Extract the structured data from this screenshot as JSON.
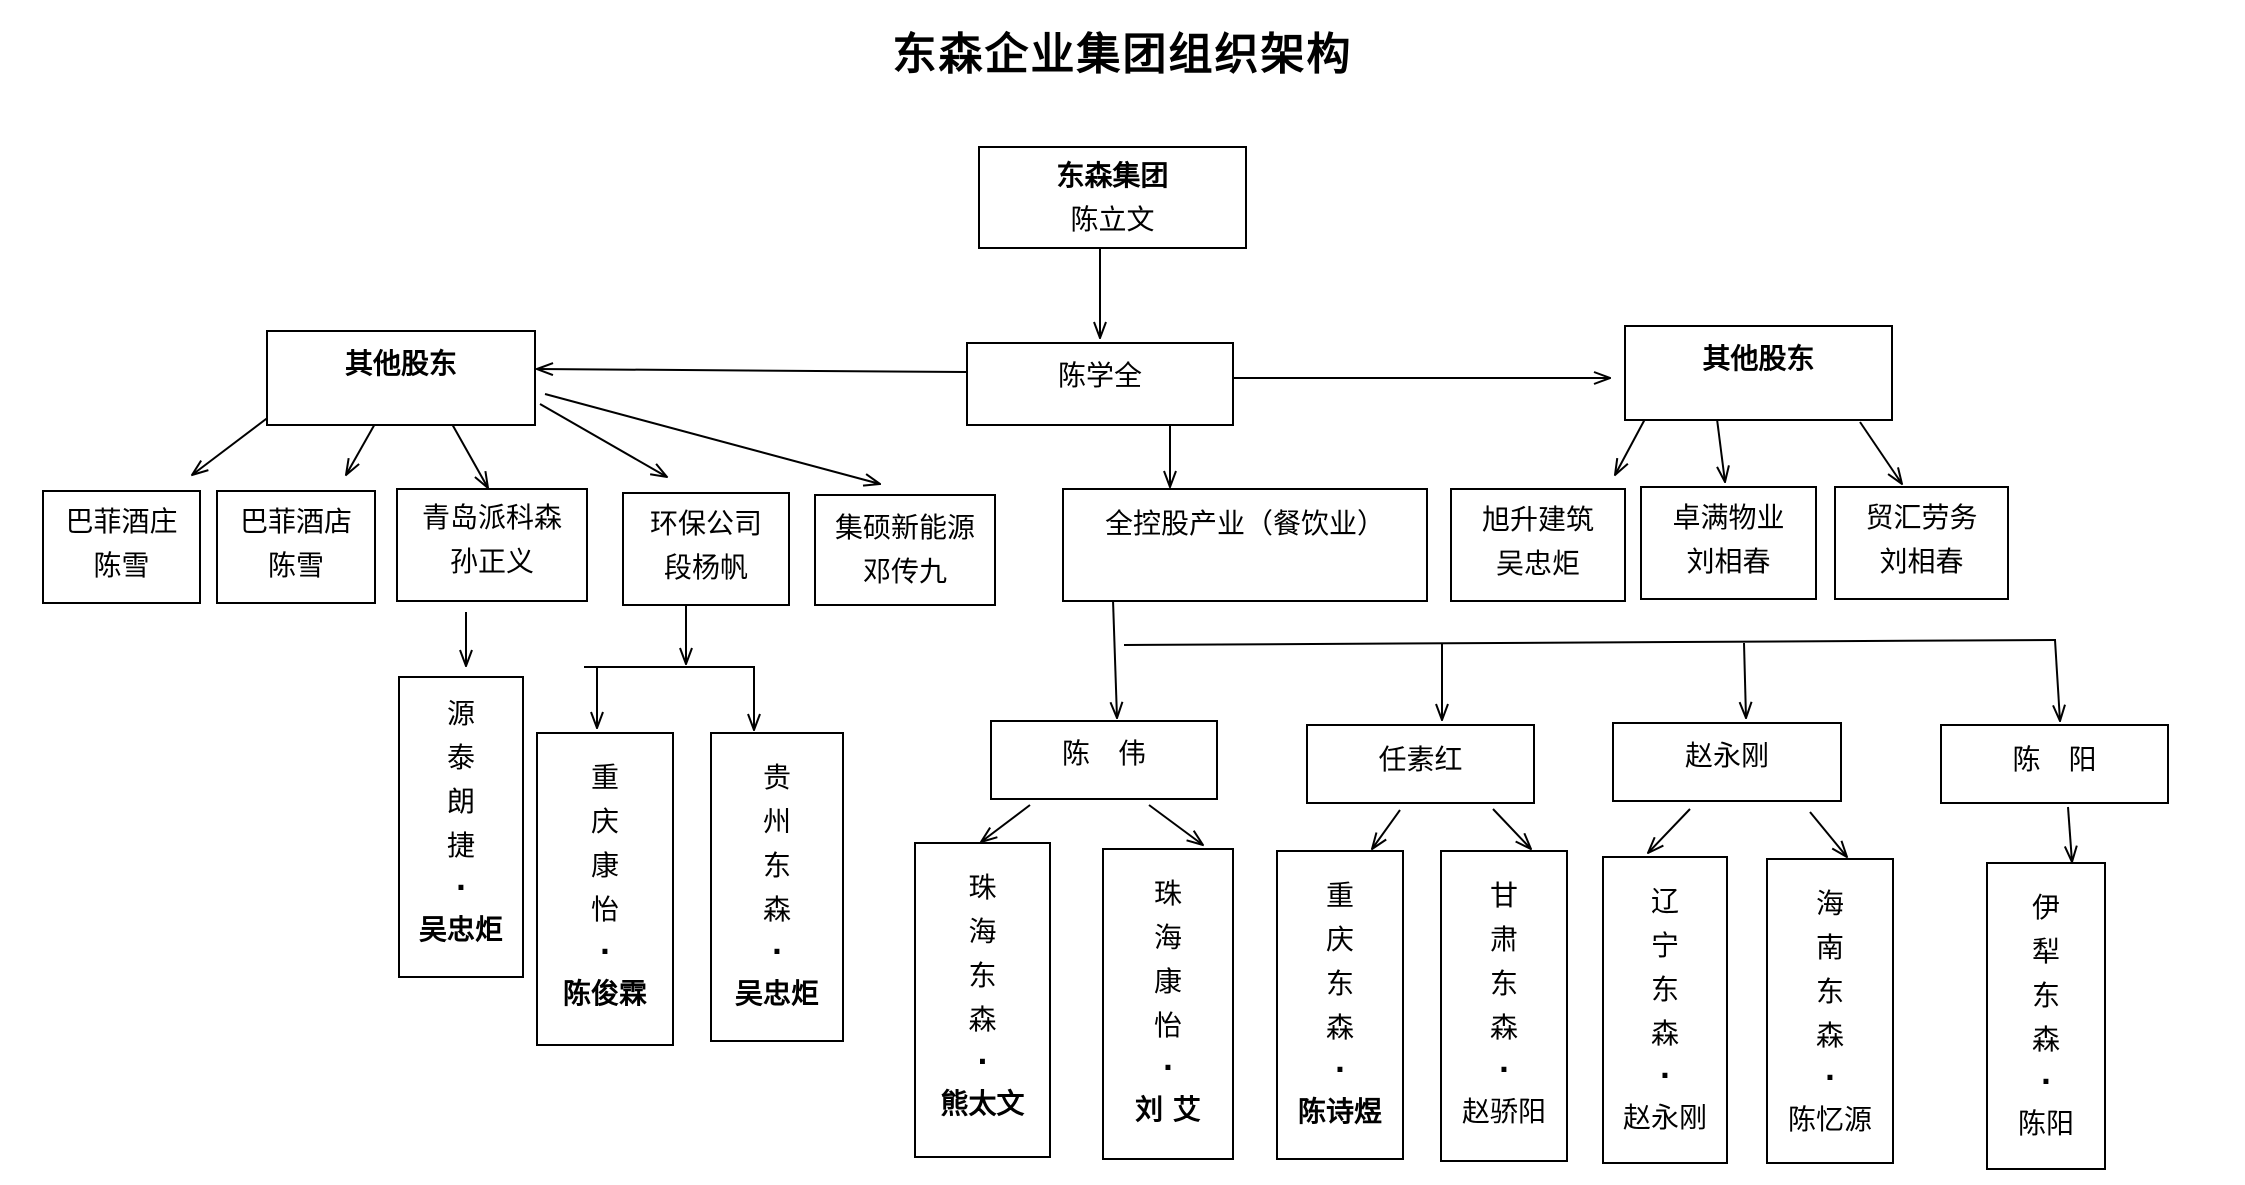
{
  "title": "东森企业集团组织架构",
  "top": {
    "line1": "东森集团",
    "line2": "陈立文"
  },
  "chen_xuequan": {
    "line1": "陈学全"
  },
  "shareholders_left": {
    "line1": "其他股东"
  },
  "shareholders_right": {
    "line1": "其他股东"
  },
  "holding": {
    "line1": "全控股产业（餐饮业）"
  },
  "left_companies": [
    {
      "name": "巴菲酒庄",
      "person": "陈雪"
    },
    {
      "name": "巴菲酒店",
      "person": "陈雪"
    },
    {
      "name": "青岛派科森",
      "person": "孙正义"
    },
    {
      "name": "环保公司",
      "person": "段杨帆"
    },
    {
      "name": "集硕新能源",
      "person": "邓传九"
    }
  ],
  "right_companies": [
    {
      "name": "旭升建筑",
      "person": "吴忠炬"
    },
    {
      "name": "卓满物业",
      "person": "刘相春"
    },
    {
      "name": "贸汇劳务",
      "person": "刘相春"
    }
  ],
  "managers": [
    {
      "name": "陈　伟"
    },
    {
      "name": "任素红"
    },
    {
      "name": "赵永刚"
    },
    {
      "name": "陈　阳"
    }
  ],
  "left_subs": [
    {
      "chars": [
        "源",
        "泰",
        "朗",
        "捷"
      ],
      "dot": "·",
      "person": "吴忠炬"
    },
    {
      "chars": [
        "重",
        "庆",
        "康",
        "怡"
      ],
      "dot": "·",
      "person": "陈俊霖"
    },
    {
      "chars": [
        "贵",
        "州",
        "东",
        "森"
      ],
      "dot": "·",
      "person": "吴忠炬"
    }
  ],
  "branches": [
    {
      "chars": [
        "珠",
        "海",
        "东",
        "森"
      ],
      "dot": "·",
      "person": "熊太文"
    },
    {
      "chars": [
        "珠",
        "海",
        "康",
        "怡"
      ],
      "dot": "·",
      "person": "刘  艾"
    },
    {
      "chars": [
        "重",
        "庆",
        "东",
        "森"
      ],
      "dot": "·",
      "person": "陈诗煜"
    },
    {
      "chars": [
        "甘",
        "肃",
        "东",
        "森"
      ],
      "dot": "·",
      "person": "赵骄阳"
    },
    {
      "chars": [
        "辽",
        "宁",
        "东",
        "森"
      ],
      "dot": "·",
      "person": "赵永刚"
    },
    {
      "chars": [
        "海",
        "南",
        "东",
        "森"
      ],
      "dot": "·",
      "person": "陈忆源"
    },
    {
      "chars": [
        "伊",
        "犁",
        "东",
        "森"
      ],
      "dot": "·",
      "person": "陈阳"
    }
  ]
}
